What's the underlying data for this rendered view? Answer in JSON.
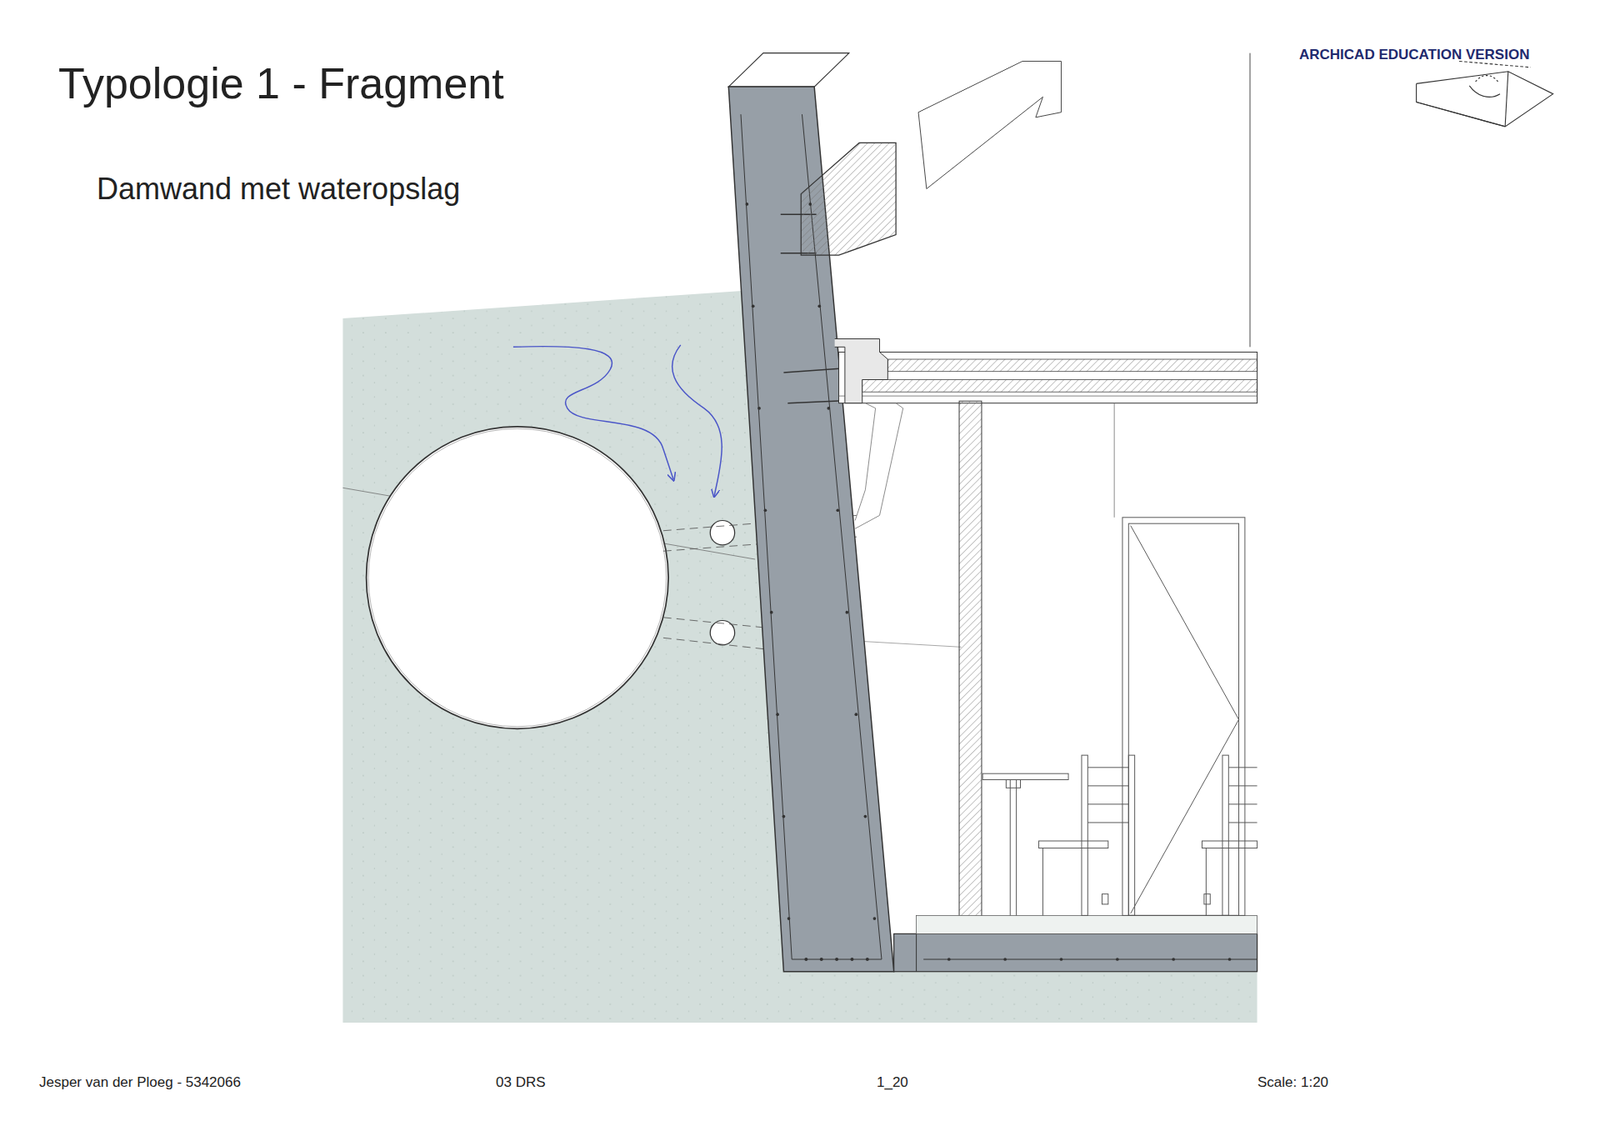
{
  "diagram": {
    "title": "Typologie 1 - Fragment",
    "labels": [
      "Damwand met wateropslag",
      "ARCHICAD EDUCATION VERSION",
      "Jesper van der Ploeg - 5342066",
      "03 DRS",
      "1_20",
      "Scale: 1:20"
    ]
  }
}
